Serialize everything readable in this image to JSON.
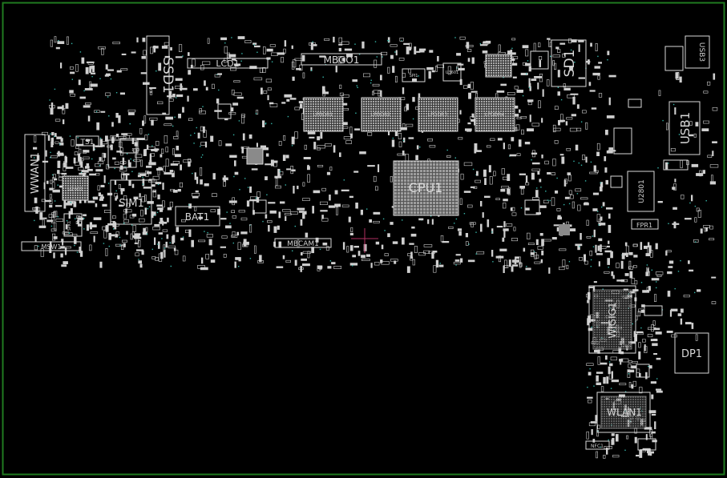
{
  "board": {
    "outline_color": "#1f7a1f",
    "silk_color": "#d9d9d9",
    "pin_color": "#cfcfcf",
    "via_color": "#36b5a8",
    "chip_fill": "#9a9a9a",
    "cursor_color": "#b03060"
  },
  "labels": {
    "ssd": "SSD1",
    "lcd": "LCD1",
    "mbgo": "MBGO1",
    "sd": "SD1",
    "usb_top": "USB3",
    "usb_side": "USB1",
    "wwan": "WWAN1",
    "ts": "TS1",
    "sim": "SIM1",
    "bat": "BAT1",
    "cpu": "CPU1",
    "u2601": "U2601",
    "u2801": "U2801",
    "fpr": "FPR1",
    "mbcam": "MBCAM1",
    "msw": "MSW1",
    "spk": "SPK1",
    "wigig": "WIGIG1",
    "dp": "DP1",
    "wlan": "WLAN1",
    "nfc": "NFC1",
    "ram1": "LPDDR1",
    "ram2": "LPDDR2",
    "ram3": "LPDDR3",
    "ram4": "LPDDR4",
    "spi1": "SPI1",
    "u3601": "U3601"
  }
}
